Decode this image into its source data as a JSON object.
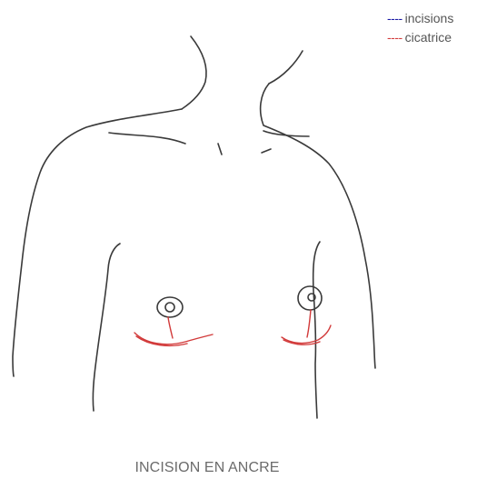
{
  "legend": {
    "items": [
      {
        "dash": "----",
        "label": "incisions",
        "color": "#1a1aa6"
      },
      {
        "dash": "----",
        "label": "cicatrice",
        "color": "#d23a3a"
      }
    ]
  },
  "caption": "INCISION EN ANCRE",
  "colors": {
    "body_outline": "#3a3a3a",
    "scar": "#d23a3a",
    "caption_text": "#6b6b6b"
  }
}
